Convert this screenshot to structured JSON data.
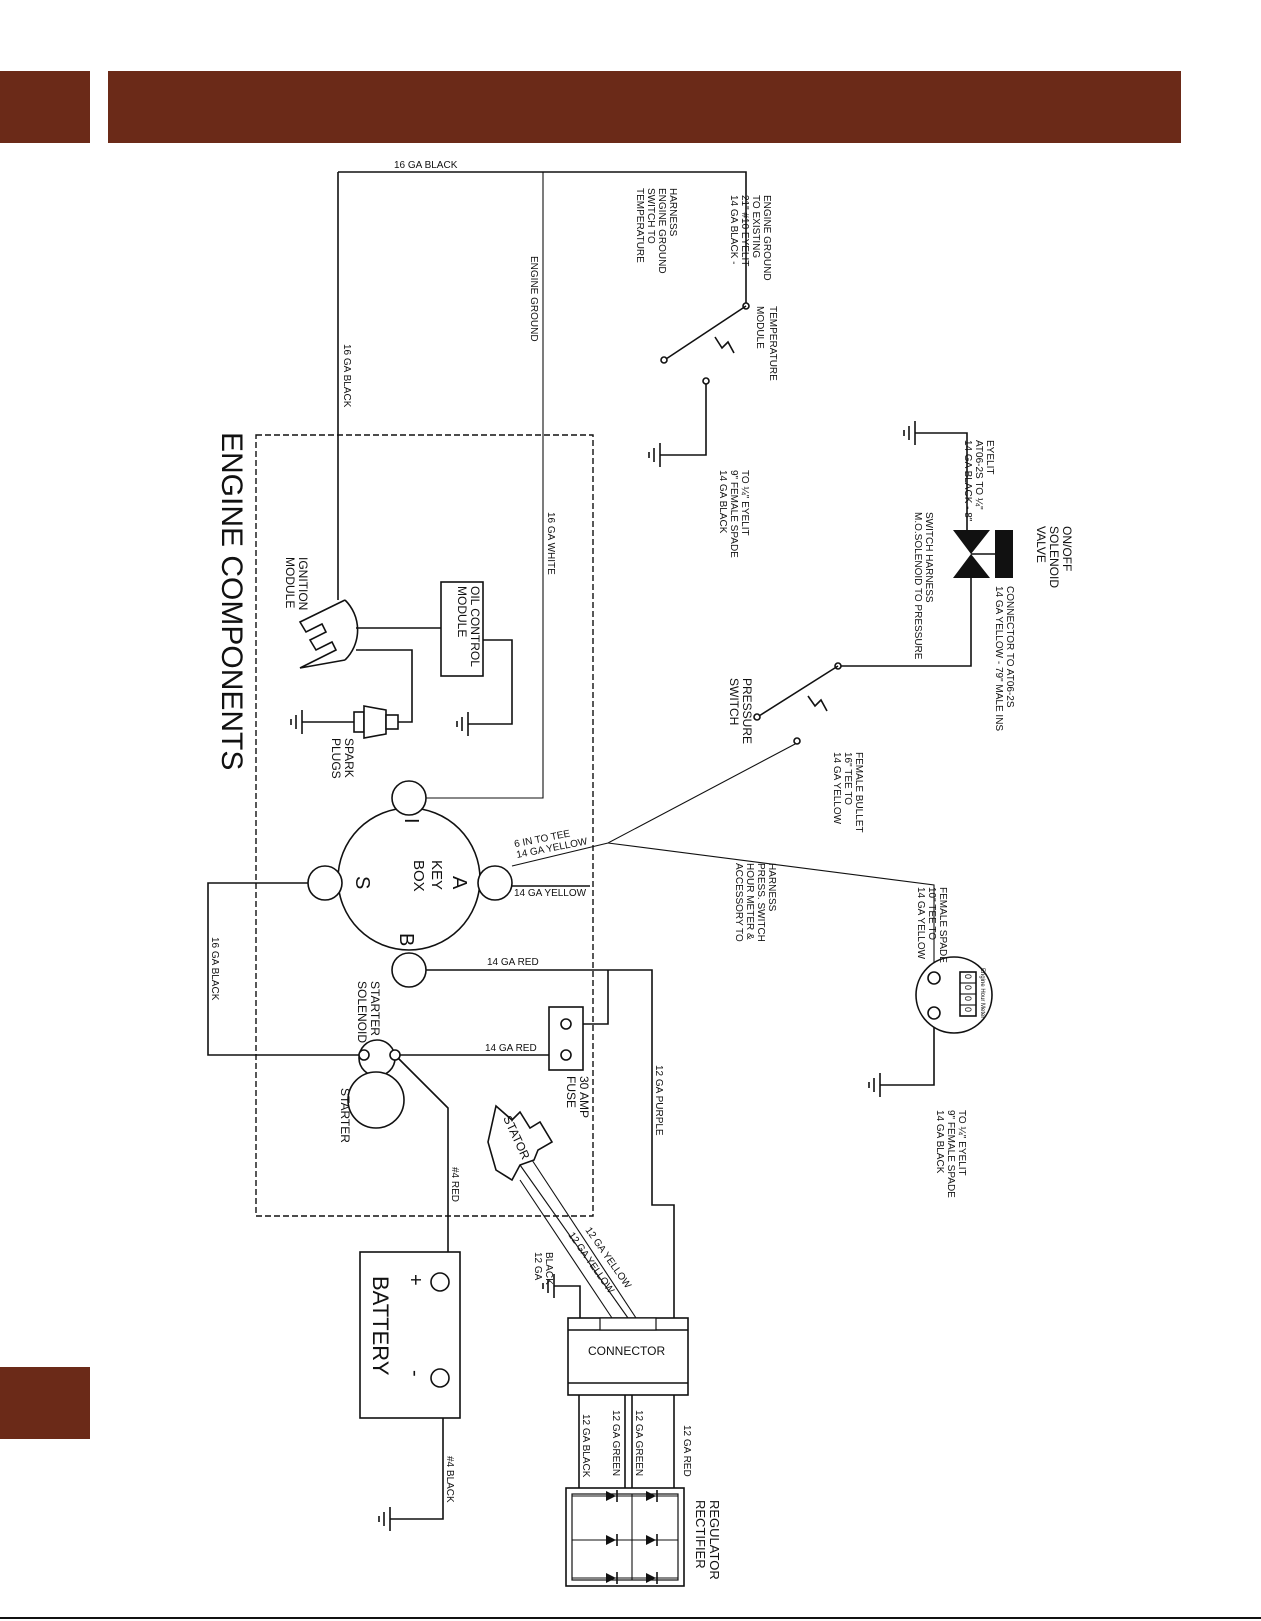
{
  "colors": {
    "brand": "#6b2a18",
    "line": "#111111"
  },
  "title": "ENGINE COMPONENTS",
  "components": {
    "temperature_module": [
      "TEMPERATURE",
      "MODULE"
    ],
    "onoff_valve": [
      "ON/OFF",
      "SOLENOID",
      "VALVE"
    ],
    "oil_control": [
      "OIL CONTROL",
      "MODULE"
    ],
    "ignition": [
      "IGNITION",
      "MODULE"
    ],
    "spark": [
      "SPARK",
      "PLUGS"
    ],
    "pressure_switch": [
      "PRESSURE",
      "SWITCH"
    ],
    "key_box": [
      "KEY",
      "BOX"
    ],
    "key_terminals": {
      "a": "A",
      "b": "B",
      "s": "S",
      "i": "I"
    },
    "starter_solenoid": [
      "STARTER",
      "SOLENOID"
    ],
    "starter": "STARTER",
    "fuse": [
      "30 AMP",
      "FUSE"
    ],
    "stator": "STATOR",
    "battery": "BATTERY",
    "battery_plus": "+",
    "battery_minus": "-",
    "connector": "CONNECTOR",
    "regulator": [
      "REGULATOR",
      "RECTIFIER"
    ],
    "hour_meter": "Engine Hour Meter",
    "hour_digits": [
      "0",
      "0",
      "0",
      "0"
    ]
  },
  "wires": {
    "top_black": "16 GA BLACK",
    "left_black": "16 GA BLACK",
    "starter_black": "16 GA BLACK",
    "engine_ground": "ENGINE GROUND",
    "white": "16 GA WHITE",
    "tee_yellow": [
      "14 GA YELLOW",
      "6 IN TO TEE"
    ],
    "a_yellow": "14 GA YELLOW",
    "red_b": "14 GA RED",
    "red_fuse": "14 GA RED",
    "purple": "12 GA PURPLE",
    "red4": "#4 RED",
    "black4": "#4 BLACK",
    "yellow_s1": "12 GA YELLOW",
    "yellow_s2": "12 GA YELLOW",
    "black_conn": [
      "12 GA",
      "BLACK"
    ],
    "reg_red": "12 GA RED",
    "reg_green1": "12 GA GREEN",
    "reg_green2": "12 GA GREEN",
    "reg_black": "12 GA BLACK"
  },
  "notes": {
    "temp_ground": [
      "14 GA BLACK -",
      "21\" #10 EYELIT",
      "TO EXISTING",
      "ENGINE GROUND"
    ],
    "temp_switch": [
      "TEMPERATURE",
      "SWITCH TO",
      "ENGINE GROUND",
      "HARNESS"
    ],
    "temp_spade": [
      "14 GA BLACK",
      "9\" FEMALE SPADE",
      "TO ¼\" EYELIT"
    ],
    "valve_ground": [
      "14 GA BLACK - 8\"",
      "AT06-2S TO ¼\"",
      "EYELIT"
    ],
    "mo_solenoid": [
      "M.O.SOLENOID TO PRESSURE",
      "SWITCH HARNESS"
    ],
    "valve_yellow": [
      "14 GA YELLOW - 79\" MALE INS",
      "CONNECTOR TO AT06-2S"
    ],
    "bullet": [
      "14 GA YELLOW",
      "16\" TEE TO",
      "FEMALE BULLET"
    ],
    "accessory": [
      "ACCESSORY TO",
      "HOUR METER &",
      "PRESS. SWITCH",
      "HARNESS"
    ],
    "spade10": [
      "14 GA YELLOW",
      "10\" TEE TO",
      "FEMALE SPADE"
    ],
    "meter_ground": [
      "14 GA BLACK",
      "9\" FEMALE SPADE",
      "TO ¼\" EYELIT"
    ]
  }
}
